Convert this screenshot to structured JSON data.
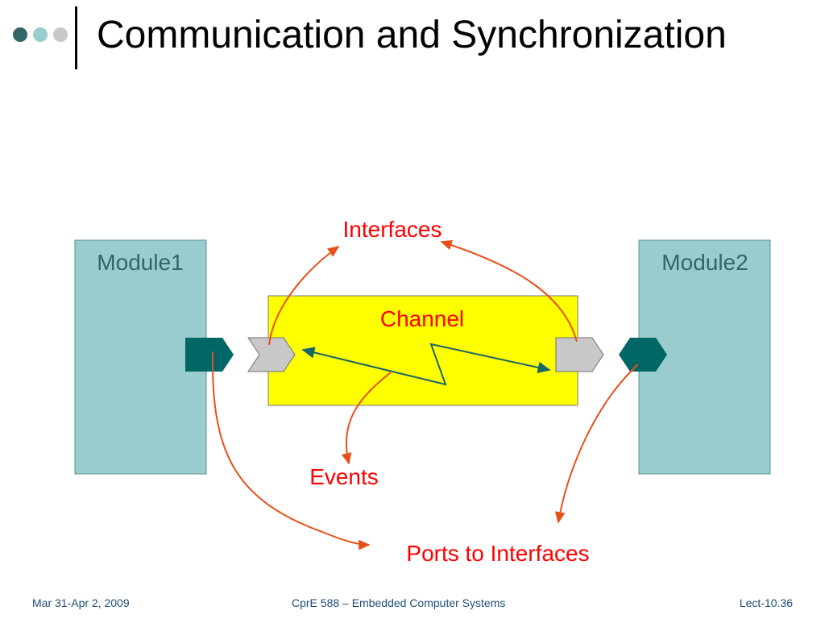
{
  "slide": {
    "title": "Communication and Synchronization"
  },
  "diagram": {
    "module1_label": "Module1",
    "module2_label": "Module2",
    "channel_label": "Channel",
    "interfaces_label": "Interfaces",
    "events_label": "Events",
    "ports_label": "Ports to Interfaces"
  },
  "footer": {
    "date": "Mar 31-Apr 2, 2009",
    "course": "CprE 588 – Embedded Computer Systems",
    "lecture": "Lect-10.36"
  },
  "colors": {
    "module_fill": "#99cccc",
    "channel_fill": "#ffff00",
    "port_fill": "#006666",
    "interface_fill": "#c8c8c8",
    "annotation_red": "#ff0000",
    "arrow_orange": "#e8501a",
    "wire_teal": "#1a6666"
  }
}
